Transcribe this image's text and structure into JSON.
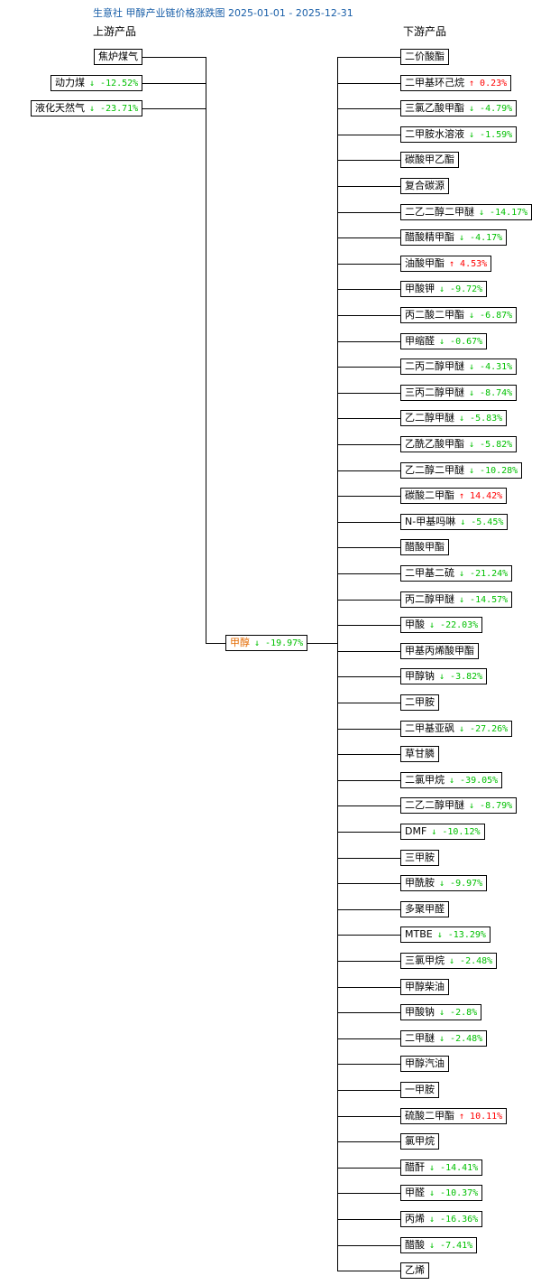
{
  "title": "生意社 甲醇产业链价格涨跌图 2025-01-01 - 2025-12-31",
  "upstream_header": "上游产品",
  "downstream_header": "下游产品",
  "colors": {
    "rise": "#ff0000",
    "fall": "#00c000",
    "center": "#e36a00",
    "title": "#1a5fa8"
  },
  "center": {
    "name": "甲醇",
    "dir": "down",
    "change": "-19.97%"
  },
  "upstream": [
    {
      "name": "焦炉煤气",
      "dir": "",
      "change": ""
    },
    {
      "name": "动力煤",
      "dir": "down",
      "change": "-12.52%"
    },
    {
      "name": "液化天然气",
      "dir": "down",
      "change": "-23.71%"
    }
  ],
  "downstream": [
    {
      "name": "二价酸酯",
      "dir": "",
      "change": ""
    },
    {
      "name": "二甲基环己烷",
      "dir": "up",
      "change": "0.23%"
    },
    {
      "name": "三氯乙酸甲酯",
      "dir": "down",
      "change": "-4.79%"
    },
    {
      "name": "二甲胺水溶液",
      "dir": "down",
      "change": "-1.59%"
    },
    {
      "name": "碳酸甲乙酯",
      "dir": "",
      "change": ""
    },
    {
      "name": "复合碳源",
      "dir": "",
      "change": ""
    },
    {
      "name": "二乙二醇二甲醚",
      "dir": "down",
      "change": "-14.17%"
    },
    {
      "name": "醋酸精甲酯",
      "dir": "down",
      "change": "-4.17%"
    },
    {
      "name": "油酸甲酯",
      "dir": "up",
      "change": "4.53%"
    },
    {
      "name": "甲酸钾",
      "dir": "down",
      "change": "-9.72%"
    },
    {
      "name": "丙二酸二甲酯",
      "dir": "down",
      "change": "-6.87%"
    },
    {
      "name": "甲缩醛",
      "dir": "down",
      "change": "-0.67%"
    },
    {
      "name": "二丙二醇甲醚",
      "dir": "down",
      "change": "-4.31%"
    },
    {
      "name": "三丙二醇甲醚",
      "dir": "down",
      "change": "-8.74%"
    },
    {
      "name": "乙二醇甲醚",
      "dir": "down",
      "change": "-5.83%"
    },
    {
      "name": "乙酰乙酸甲酯",
      "dir": "down",
      "change": "-5.82%"
    },
    {
      "name": "乙二醇二甲醚",
      "dir": "down",
      "change": "-10.28%"
    },
    {
      "name": "碳酸二甲酯",
      "dir": "up",
      "change": "14.42%"
    },
    {
      "name": "N-甲基吗啉",
      "dir": "down",
      "change": "-5.45%"
    },
    {
      "name": "醋酸甲酯",
      "dir": "",
      "change": ""
    },
    {
      "name": "二甲基二硫",
      "dir": "down",
      "change": "-21.24%"
    },
    {
      "name": "丙二醇甲醚",
      "dir": "down",
      "change": "-14.57%"
    },
    {
      "name": "甲酸",
      "dir": "down",
      "change": "-22.03%"
    },
    {
      "name": "甲基丙烯酸甲酯",
      "dir": "",
      "change": ""
    },
    {
      "name": "甲醇钠",
      "dir": "down",
      "change": "-3.82%"
    },
    {
      "name": "二甲胺",
      "dir": "",
      "change": ""
    },
    {
      "name": "二甲基亚砜",
      "dir": "down",
      "change": "-27.26%"
    },
    {
      "name": "草甘膦",
      "dir": "",
      "change": ""
    },
    {
      "name": "二氯甲烷",
      "dir": "down",
      "change": "-39.05%"
    },
    {
      "name": "二乙二醇甲醚",
      "dir": "down",
      "change": "-8.79%"
    },
    {
      "name": "DMF",
      "dir": "down",
      "change": "-10.12%"
    },
    {
      "name": "三甲胺",
      "dir": "",
      "change": ""
    },
    {
      "name": "甲酰胺",
      "dir": "down",
      "change": "-9.97%"
    },
    {
      "name": "多聚甲醛",
      "dir": "",
      "change": ""
    },
    {
      "name": "MTBE",
      "dir": "down",
      "change": "-13.29%"
    },
    {
      "name": "三氯甲烷",
      "dir": "down",
      "change": "-2.48%"
    },
    {
      "name": "甲醇柴油",
      "dir": "",
      "change": ""
    },
    {
      "name": "甲酸钠",
      "dir": "down",
      "change": "-2.8%"
    },
    {
      "name": "二甲醚",
      "dir": "down",
      "change": "-2.48%"
    },
    {
      "name": "甲醇汽油",
      "dir": "",
      "change": ""
    },
    {
      "name": "一甲胺",
      "dir": "",
      "change": ""
    },
    {
      "name": "硫酸二甲酯",
      "dir": "up",
      "change": "10.11%"
    },
    {
      "name": "氯甲烷",
      "dir": "",
      "change": ""
    },
    {
      "name": "醋酐",
      "dir": "down",
      "change": "-14.41%"
    },
    {
      "name": "甲醛",
      "dir": "down",
      "change": "-10.37%"
    },
    {
      "name": "丙烯",
      "dir": "down",
      "change": "-16.36%"
    },
    {
      "name": "醋酸",
      "dir": "down",
      "change": "-7.41%"
    },
    {
      "name": "乙烯",
      "dir": "",
      "change": ""
    }
  ]
}
